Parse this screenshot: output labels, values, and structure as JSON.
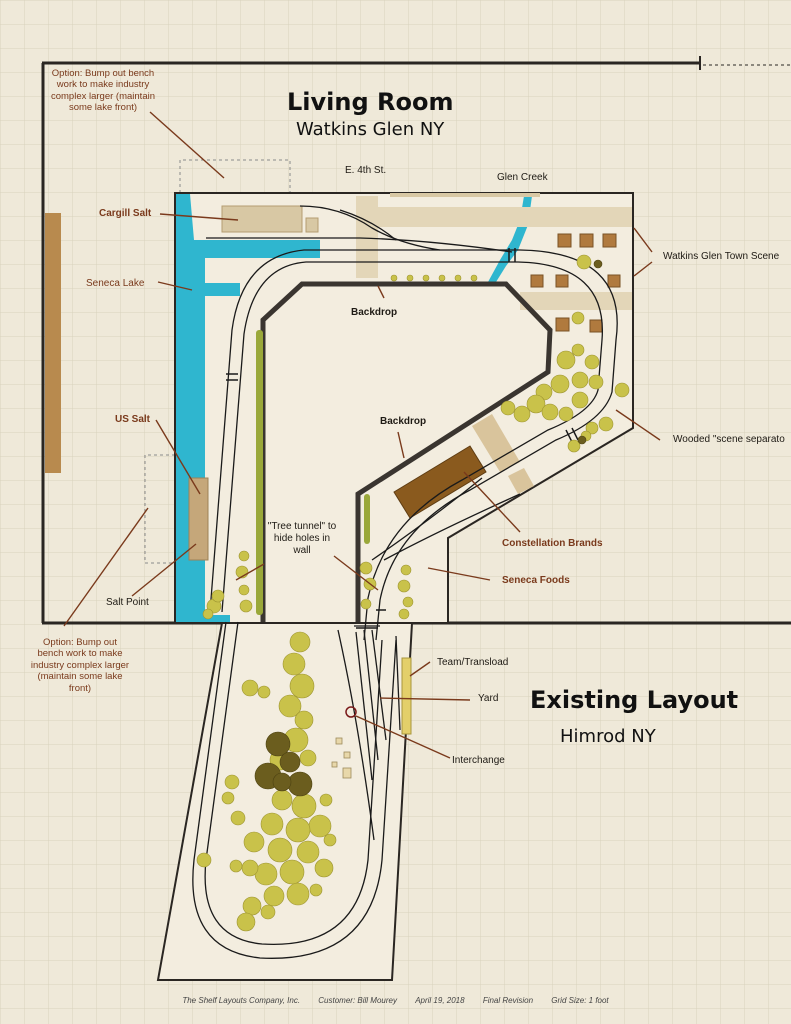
{
  "titles": {
    "living_room": "Living Room",
    "living_room_city": "Watkins Glen NY",
    "existing": "Existing Layout",
    "existing_city": "Himrod NY"
  },
  "labels": {
    "option_top": "Option: Bump out bench work to make industry complex larger (maintain some lake front)",
    "option_bottom": "Option: Bump out bench work to make industry complex larger (maintain some lake front)",
    "e4th": "E. 4th St.",
    "glen_creek": "Glen Creek",
    "cargill": "Cargill Salt",
    "seneca_lake": "Seneca Lake",
    "backdrop_top": "Backdrop",
    "backdrop_mid": "Backdrop",
    "watkins_town": "Watkins Glen Town Scene",
    "us_salt": "US Salt",
    "wooded": "Wooded \"scene separato",
    "tree_tunnel": "\"Tree tunnel\" to hide holes in wall",
    "constellation": "Constellation Brands",
    "seneca_foods": "Seneca Foods",
    "salt_point": "Salt Point",
    "team": "Team/Transload",
    "yard": "Yard",
    "interchange": "Interchange"
  },
  "footer": {
    "company": "The Shelf Layouts Company, Inc.",
    "customer": "Customer: Bill Mourey",
    "date": "April 19, 2018",
    "revision": "Final Revision",
    "grid": "Grid Size: 1 foot"
  },
  "colors": {
    "paper": "#efe9d9",
    "grid": "#d9d2bd",
    "wall": "#2a2622",
    "water": "#2fb6cf",
    "road": "#e3d6b8",
    "industry": "#d8c8a4",
    "constellation": "#8a5a1e",
    "building": "#b07a3e",
    "tree": "#c9c24a",
    "tree_dark": "#6b5d1e",
    "leader": "#7a3a1c",
    "track": "#1a1a1a"
  }
}
